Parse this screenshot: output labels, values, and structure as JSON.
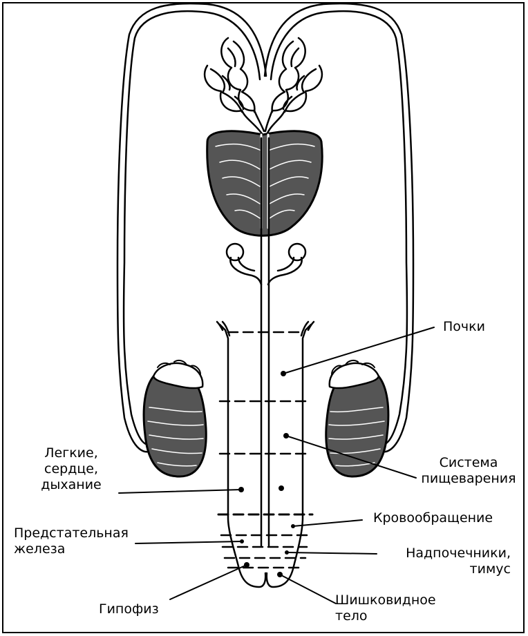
{
  "labels": {
    "kidneys": "Почки",
    "lungs": [
      "Легкие,",
      "сердце,",
      "дыхание"
    ],
    "digestive": [
      "Система",
      "пищеварения"
    ],
    "circulation": "Кровообращение",
    "prostate": [
      "Предстательная",
      "железа"
    ],
    "adrenals": [
      "Надпочечники,",
      "тимус"
    ],
    "pituitary": "Гипофиз",
    "pineal": [
      "Шишковидное",
      "тело"
    ]
  },
  "colors": {
    "ink": "#000000",
    "paper": "#ffffff"
  }
}
